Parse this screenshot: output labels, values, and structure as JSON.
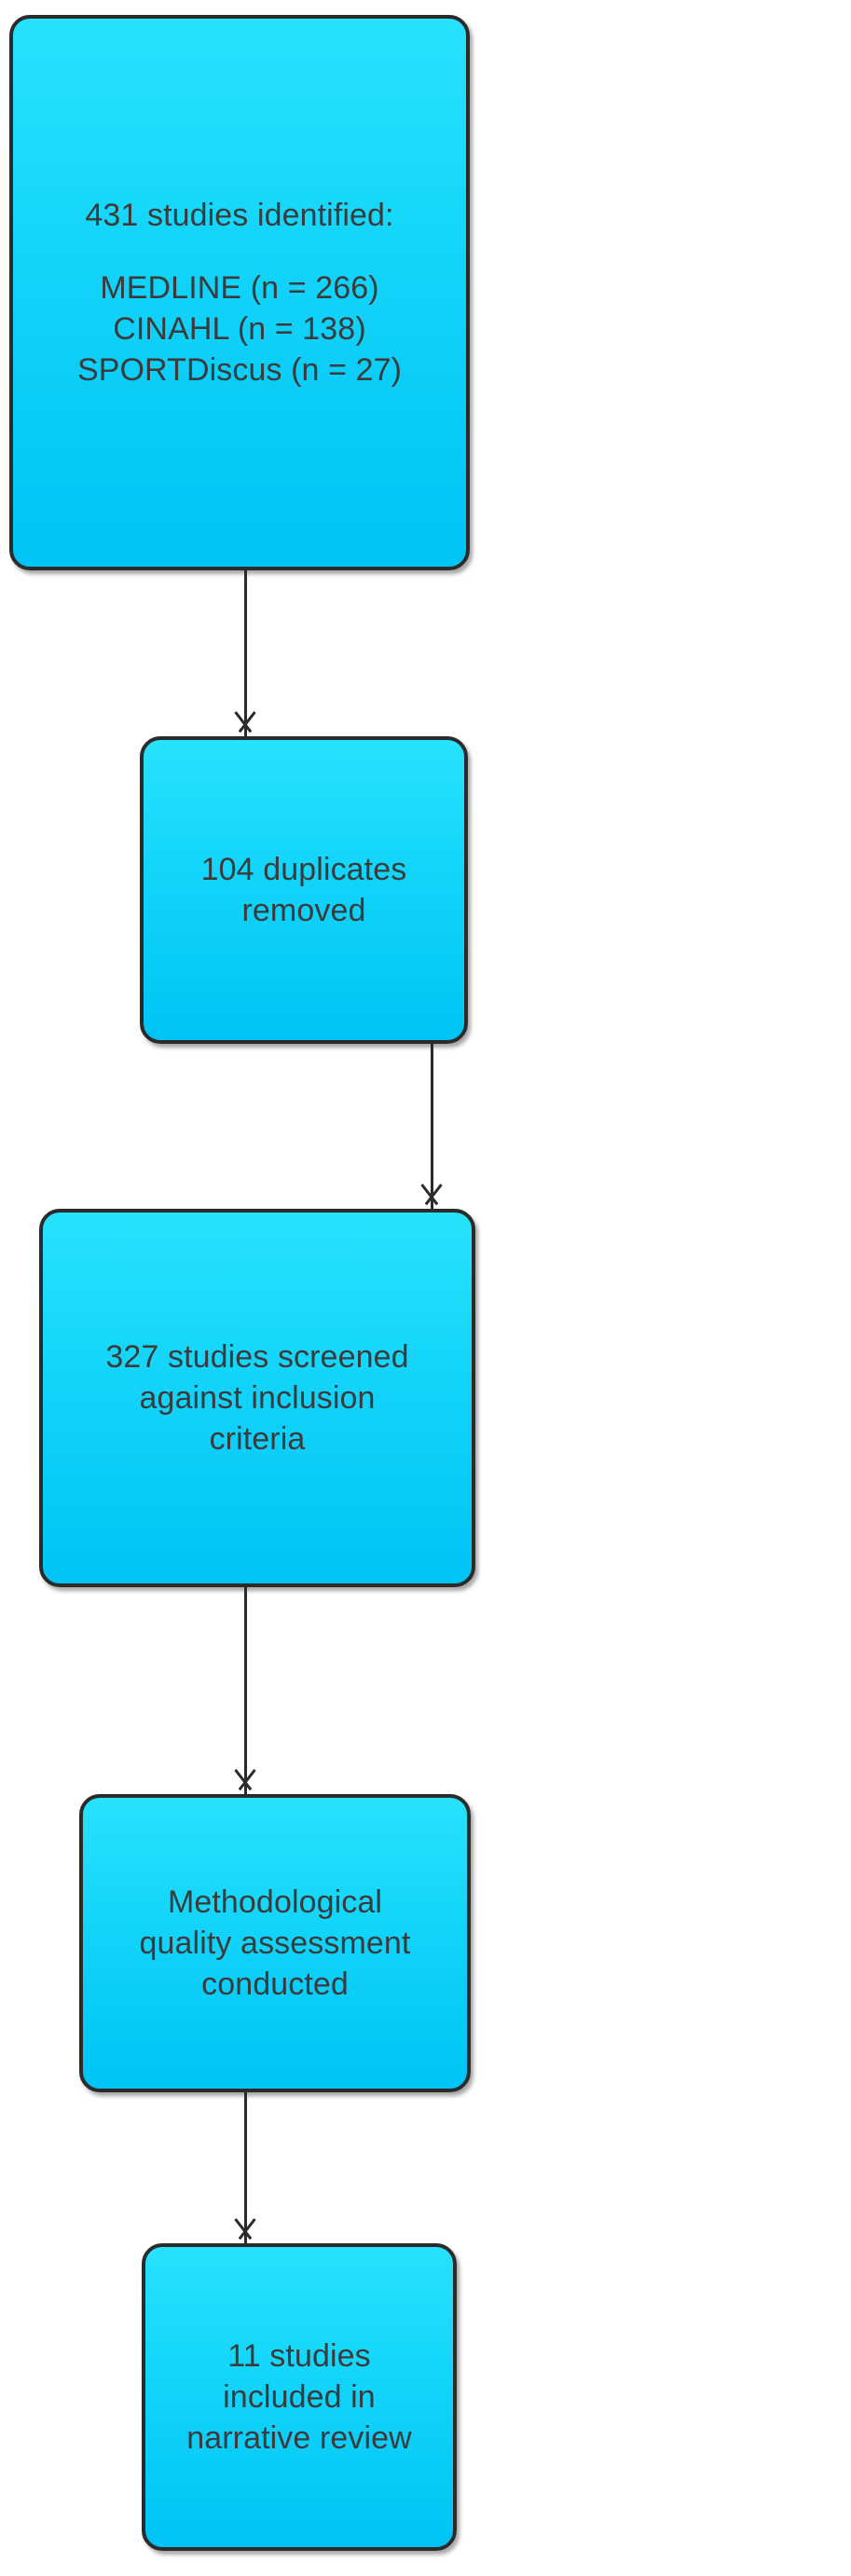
{
  "chart_data": {
    "type": "diagram",
    "diagram_kind": "prisma-flowchart",
    "title": "",
    "orientation": "top-to-bottom",
    "nodes": [
      {
        "id": "identified",
        "name": "studies-identified",
        "lines": [
          "431 studies identified:",
          "",
          "MEDLINE (n = 266)",
          "CINAHL (n = 138)",
          "SPORTDiscus (n = 27)"
        ],
        "total": 431,
        "sources": [
          {
            "database": "MEDLINE",
            "n": 266
          },
          {
            "database": "CINAHL",
            "n": 138
          },
          {
            "database": "SPORTDiscus",
            "n": 27
          }
        ]
      },
      {
        "id": "duplicates",
        "name": "duplicates-removed",
        "lines": [
          "104 duplicates",
          "removed"
        ],
        "count": 104
      },
      {
        "id": "screened",
        "name": "studies-screened",
        "lines": [
          "327 studies screened",
          "against inclusion",
          "criteria"
        ],
        "count": 327
      },
      {
        "id": "quality",
        "name": "quality-assessment",
        "lines": [
          "Methodological",
          "quality assessment",
          "conducted"
        ],
        "count": null
      },
      {
        "id": "included",
        "name": "studies-included",
        "lines": [
          "11 studies",
          "included in",
          "narrative review"
        ],
        "count": 11
      }
    ],
    "edges": [
      {
        "from": "identified",
        "to": "duplicates",
        "label": ""
      },
      {
        "from": "duplicates",
        "to": "screened",
        "label": ""
      },
      {
        "from": "screened",
        "to": "quality",
        "label": ""
      },
      {
        "from": "quality",
        "to": "included",
        "label": ""
      }
    ],
    "colors": {
      "node_fill_top": "#28E2FC",
      "node_fill_bottom": "#00C3F6",
      "node_border": "#2b2b2b",
      "node_text": "#3b3b3b",
      "arrow": "#2b2b2b",
      "background": "#ffffff"
    }
  }
}
